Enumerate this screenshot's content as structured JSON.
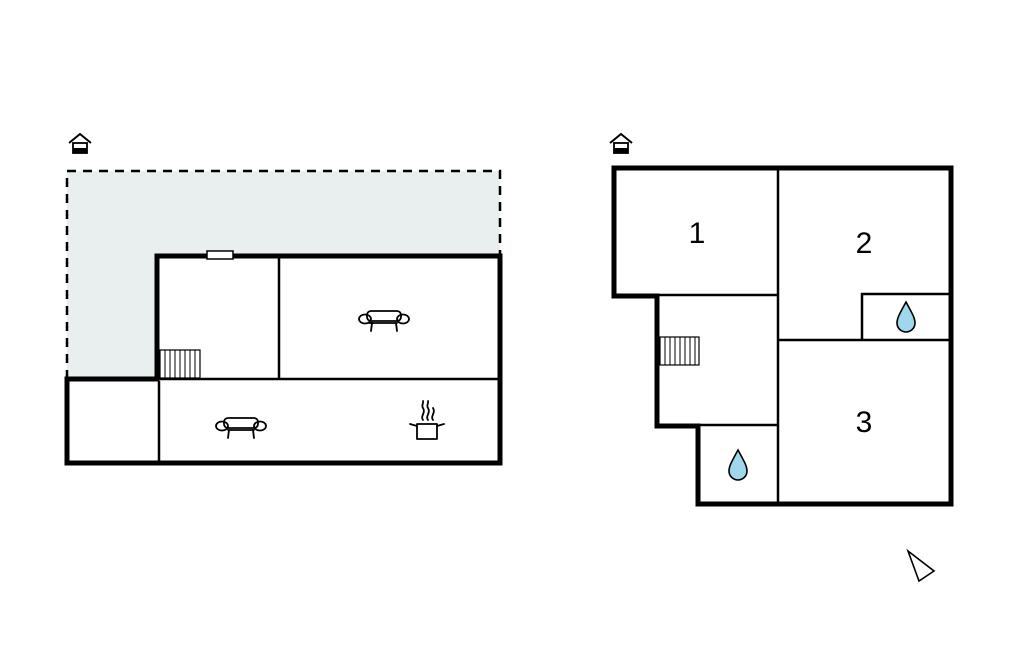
{
  "rooms": {
    "room_1": "1",
    "room_2": "2",
    "room_3": "3"
  },
  "icons": {
    "entrance": "house-entrance-icon",
    "sofa": "sofa-icon",
    "stove": "cooking-pot-icon",
    "bathroom": "water-drop-icon",
    "stairs": "stairs-icon",
    "north": "north-arrow-icon"
  },
  "colors": {
    "terrace_fill": "#e9eeee",
    "water_drop": "#9fd8ec",
    "walls": "#000000"
  }
}
